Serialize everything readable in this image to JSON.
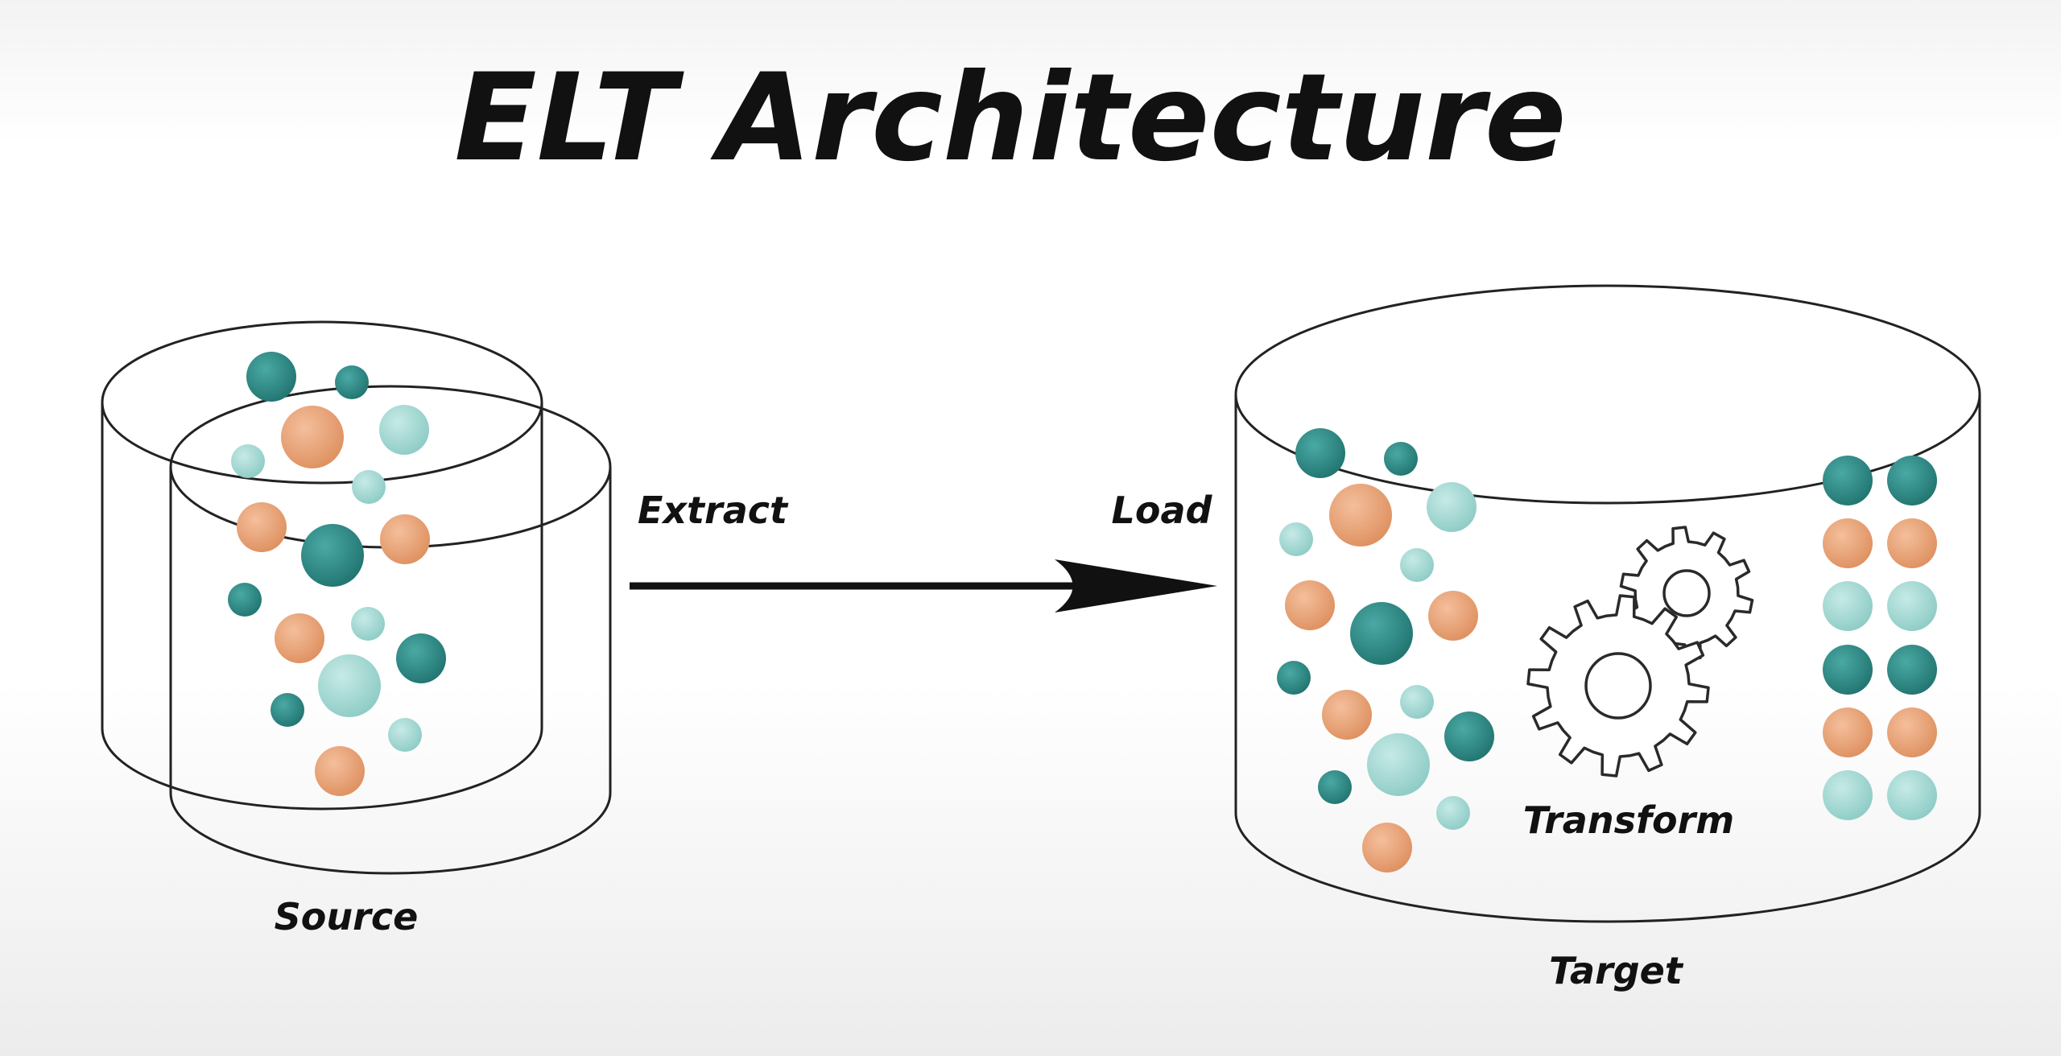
{
  "title": "ELT Architecture",
  "labels": {
    "source": "Source",
    "extract": "Extract",
    "load": "Load",
    "transform": "Transform",
    "target": "Target"
  },
  "icons": {
    "source_store": "stacked-cylinders-icon",
    "target_store": "cylinder-icon",
    "flow": "arrow-right-icon",
    "transform": "gears-icon"
  },
  "colors": {
    "teal_dark": "#2f8986",
    "teal_light": "#a6d9d4",
    "orange": "#e9a57d",
    "stroke": "#222222"
  }
}
